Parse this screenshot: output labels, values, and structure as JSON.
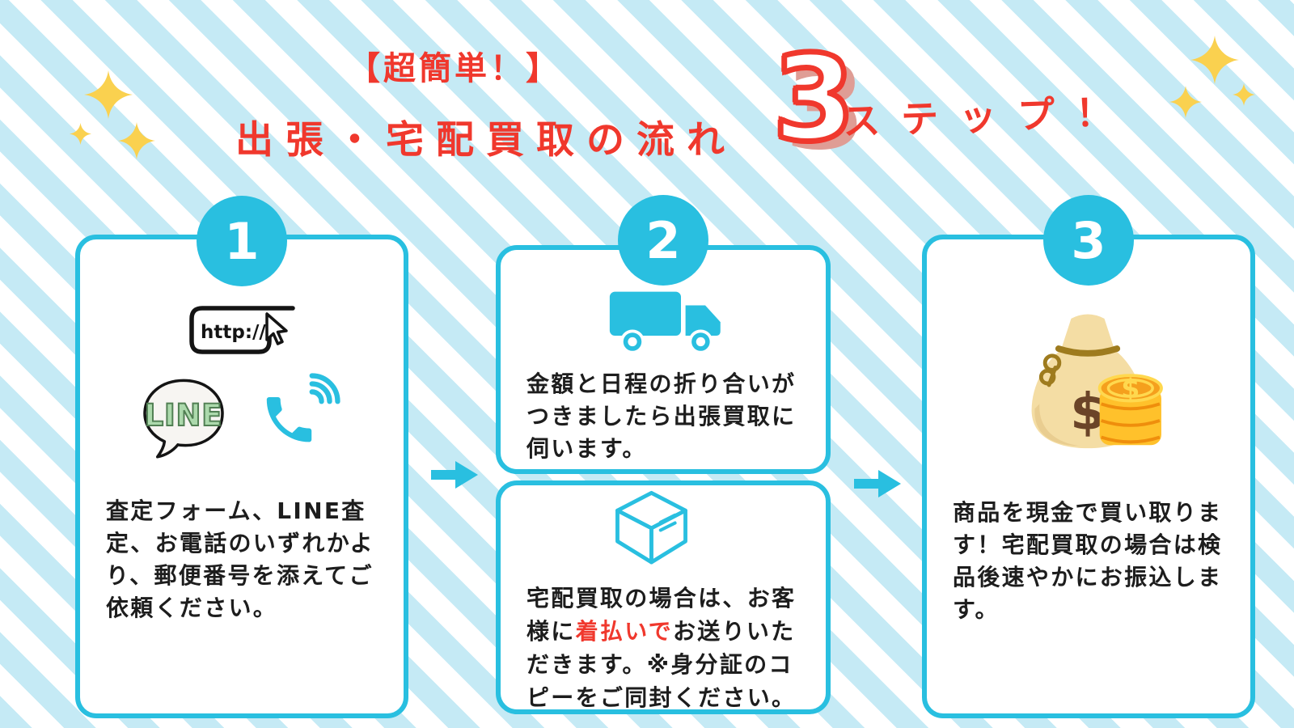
{
  "title": {
    "line1": "【超簡単！】",
    "line2": "出張・宅配買取の流れ",
    "big_number": "3",
    "suffix": "ステップ！"
  },
  "step1": {
    "number": "1",
    "url_icon_label": "http://",
    "line_icon_label": "LINE",
    "description": "査定フォーム、LINE査\n定、お電話のいずれかよ\nり、郵便番号を添えてご\n依頼ください。"
  },
  "step2": {
    "number": "2",
    "top_text": "金額と日程の折り合いが\nつきましたら出張買取に\n伺います。",
    "bottom_text_before": "宅配買取の場合は、お客\n様に",
    "bottom_text_highlight": "着払いで",
    "bottom_text_after": "お送りいた\nだきます。※身分証のコ\nピーをご同封ください。"
  },
  "step3": {
    "number": "3",
    "description": "商品を現金で買い取りま\nす！宅配買取の場合は検\n品後速やかにお振込しま\nす。",
    "bag_symbol": "$",
    "coin_symbol": "$"
  },
  "colors": {
    "cyan": "#29BFE0",
    "red": "#F0382D",
    "salmon": "#DF9D95",
    "star_yellow": "#FAD14F",
    "stripe_blue": "#C5EAF5",
    "line_green": "#ACD9AC",
    "text": "#1D1D1D",
    "bag_tan": "#F4DDA4",
    "coin_gold": "#FFC12B"
  }
}
